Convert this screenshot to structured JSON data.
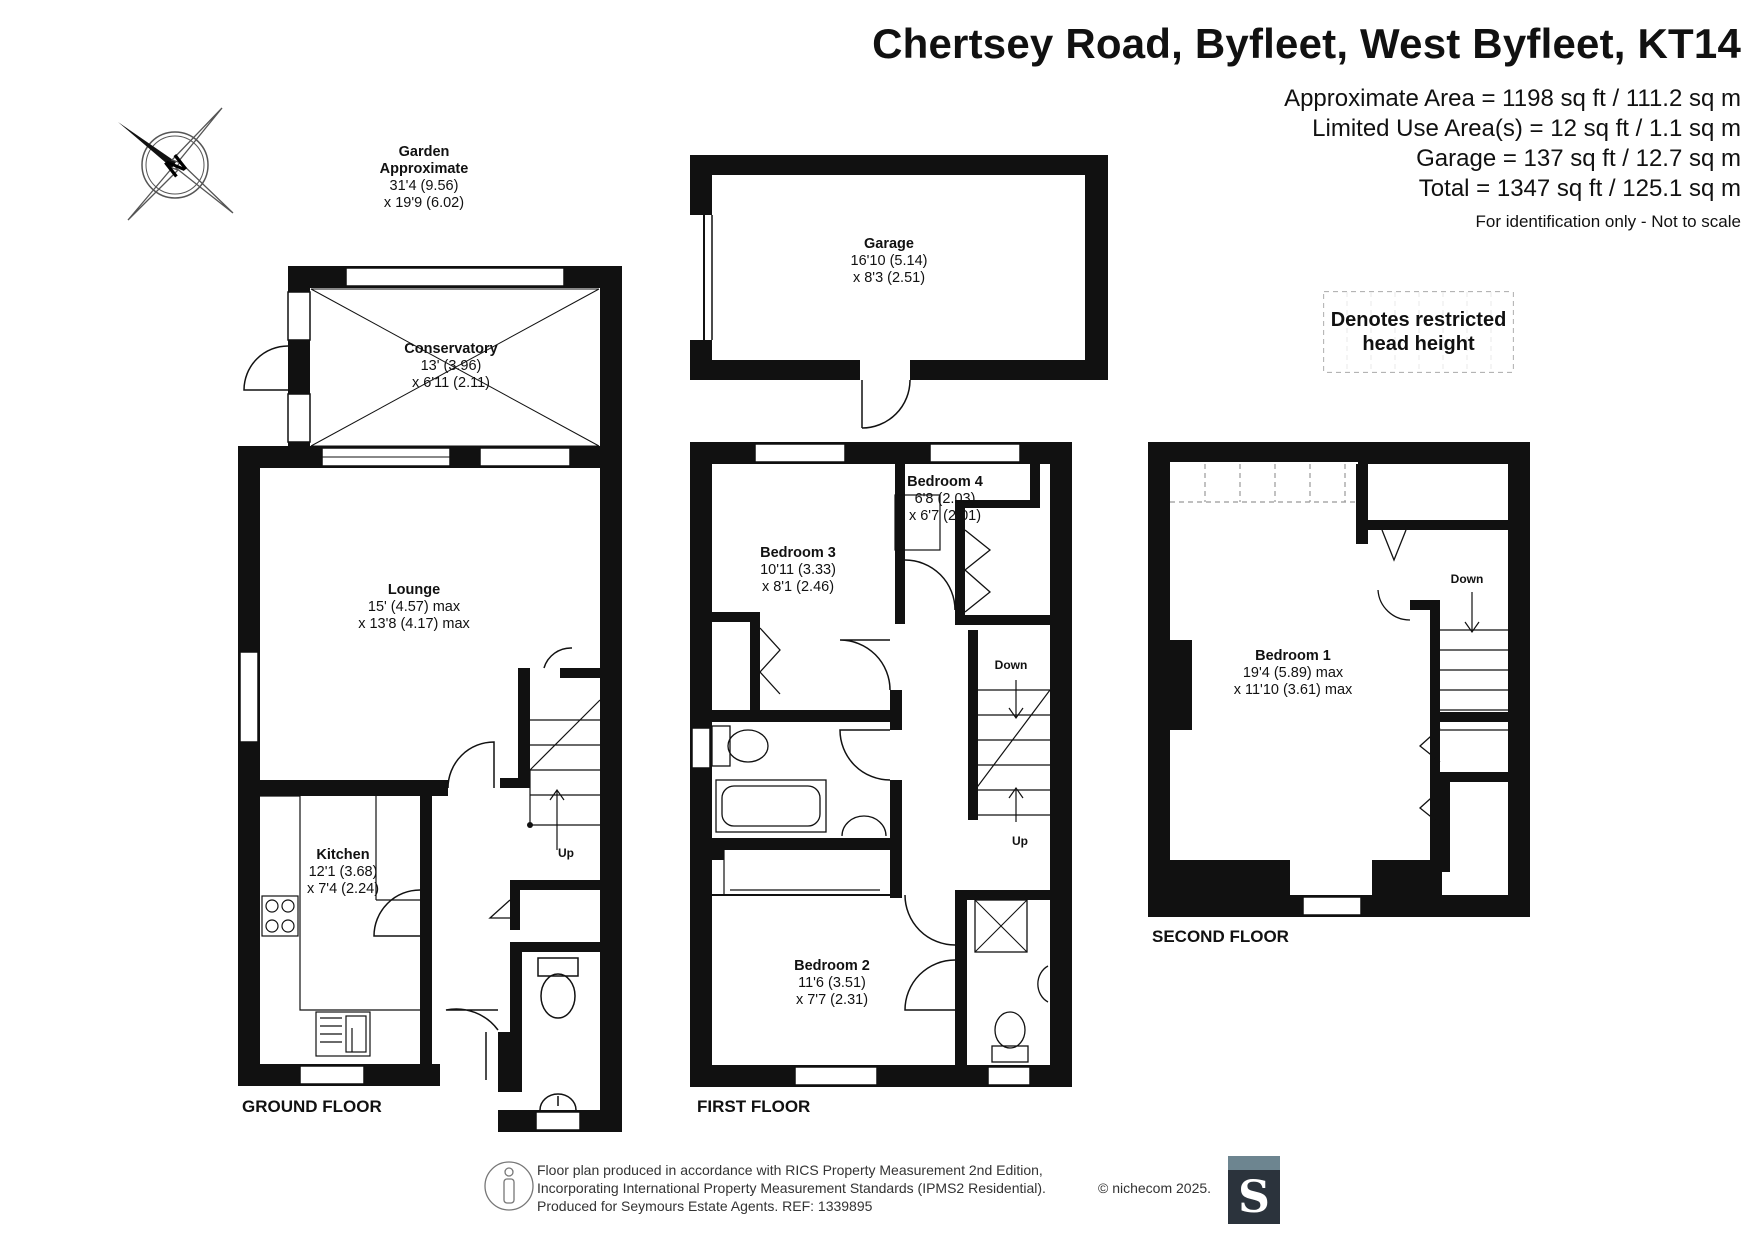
{
  "header": {
    "title": "Chertsey Road, Byfleet, West Byfleet, KT14",
    "approximate_area": "Approximate Area = 1198 sq ft / 111.2 sq m",
    "limited_use_area": "Limited Use Area(s) = 12 sq ft / 1.1 sq m",
    "garage_area": "Garage = 137 sq ft / 12.7 sq m",
    "total_area": "Total = 1347 sq ft / 125.1 sq m",
    "disclaimer": "For identification only - Not to scale"
  },
  "compass": {
    "label": "N"
  },
  "legend": {
    "text": "Denotes restricted head height"
  },
  "garden": {
    "name": "Garden",
    "line2": "Approximate",
    "dim1": "31'4 (9.56)",
    "dim2": "x 19'9 (6.02)"
  },
  "rooms": {
    "garage": {
      "name": "Garage",
      "dim1": "16'10 (5.14)",
      "dim2": "x 8'3 (2.51)"
    },
    "conservatory": {
      "name": "Conservatory",
      "dim1": "13' (3.96)",
      "dim2": "x 6'11 (2.11)"
    },
    "lounge": {
      "name": "Lounge",
      "dim1": "15' (4.57) max",
      "dim2": "x 13'8 (4.17) max"
    },
    "kitchen": {
      "name": "Kitchen",
      "dim1": "12'1 (3.68)",
      "dim2": "x 7'4 (2.24)"
    },
    "bedroom3": {
      "name": "Bedroom 3",
      "dim1": "10'11 (3.33)",
      "dim2": "x 8'1 (2.46)"
    },
    "bedroom4": {
      "name": "Bedroom 4",
      "dim1": "6'8 (2.03)",
      "dim2": "x 6'7 (2.01)"
    },
    "bedroom2": {
      "name": "Bedroom 2",
      "dim1": "11'6 (3.51)",
      "dim2": "x 7'7 (2.31)"
    },
    "bedroom1": {
      "name": "Bedroom 1",
      "dim1": "19'4 (5.89) max",
      "dim2": "x 11'10 (3.61) max"
    }
  },
  "stairs": {
    "ground_up": "Up",
    "first_down": "Down",
    "first_up": "Up",
    "second_down": "Down"
  },
  "floors": {
    "ground": "GROUND FLOOR",
    "first": "FIRST FLOOR",
    "second": "SECOND FLOOR"
  },
  "footer": {
    "line1": "Floor plan produced in accordance with RICS Property Measurement 2nd Edition,",
    "line2": "Incorporating International Property Measurement Standards (IPMS2 Residential).",
    "line3": "Produced for Seymours Estate Agents.   REF: 1339895",
    "brand": "© nichecom 2025.",
    "logo_letter": "S"
  },
  "colors": {
    "wall": "#111111",
    "logo_bg": "#2b333c",
    "logo_accent": "#6d8590"
  }
}
